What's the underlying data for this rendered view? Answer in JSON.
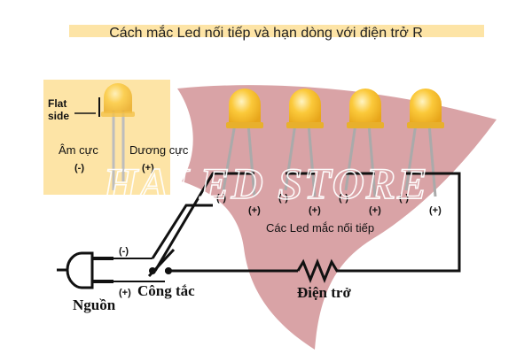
{
  "title": "Cách mắc Led nối tiếp và hạn dòng với điện trở R",
  "legend": {
    "flat_side_line1": "Flat",
    "flat_side_line2": "side",
    "cathode": "Âm cực",
    "anode": "Dương cực",
    "cathode_sign": "(-)",
    "anode_sign": "(+)"
  },
  "led_polarity": {
    "minus": "(-)",
    "plus": "(+)"
  },
  "series_label": "Các Led mắc nối tiếp",
  "plug": {
    "minus": "(-)",
    "plus": "(+)",
    "label": "Nguồn"
  },
  "switch_label": "Công tắc",
  "resistor_label": "Điện trở",
  "watermark": "HALED STORE",
  "colors": {
    "title_band": "#fde4a6",
    "legend_box": "#fde4a6",
    "swoosh": "#d9a3a6",
    "led_body": "#fbc93a",
    "led_highlight": "#fff4c2",
    "wire": "#111111"
  }
}
